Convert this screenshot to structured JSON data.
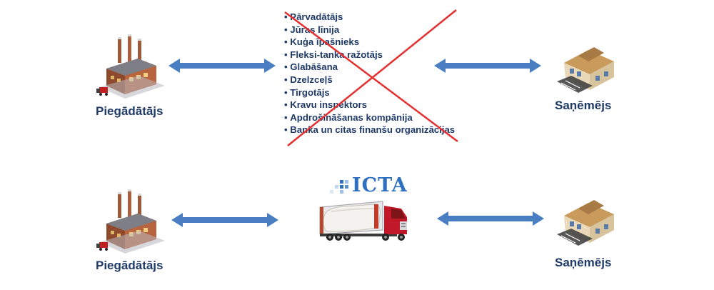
{
  "top_row": {
    "sender_label": "Piegādātājs",
    "receiver_label": "Saņēmējs",
    "intermediaries": [
      "Pārvadātājs",
      "Jūras līnija",
      "Kuģa īpašnieks",
      "Fleksi-tanka  ražotājs",
      "Glabāšana",
      "Dzelzceļš",
      "Tirgotājs",
      "Kravu inspektors",
      "Apdrošināšanas kompānija",
      "Banka  un  citas  finanšu  organizācijas"
    ]
  },
  "bottom_row": {
    "sender_label": "Piegādātājs",
    "receiver_label": "Saņēmējs",
    "logo_text": "ICTA"
  },
  "icons": {
    "sender": "factory-icon",
    "receiver": "house-icon",
    "truck": "flexitank-truck-icon",
    "cross": "red-cross-icon"
  },
  "colors": {
    "arrow": "#4a7ec3",
    "label": "#1f3a68",
    "cross": "#e53030",
    "logo": "#2e6fbf"
  }
}
